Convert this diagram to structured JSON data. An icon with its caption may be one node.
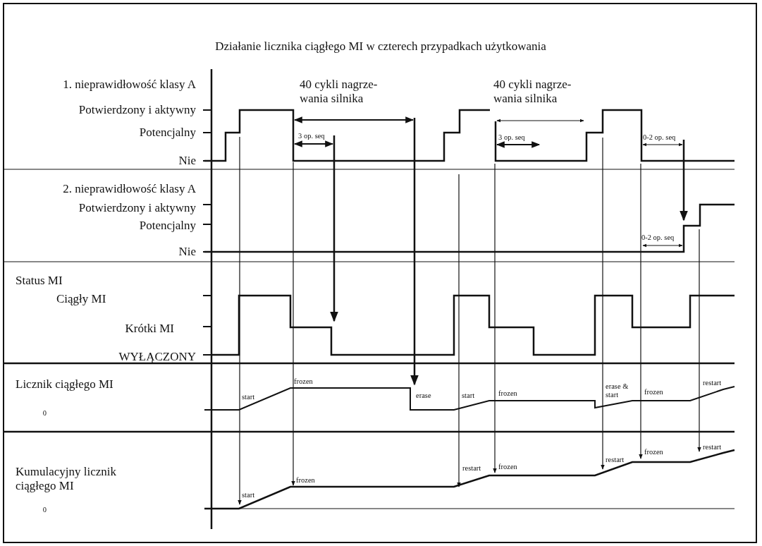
{
  "diagram": {
    "title": "Działanie licznika ciągłego MI w czterech przypadkach użytkowania",
    "labels": [
      "1. nieprawidłowość klasy A",
      "40 cykli nagrze- wania silnika",
      "40 cykli nagrze- wania silnika",
      "Potwierdzony i aktywny",
      "Potencjalny",
      "3 op. seq",
      "3 op. seq",
      "0-2 op. seq",
      "Nie",
      "2. nieprawidłowość klasy A",
      "Potwierdzony i aktywny",
      "Potencjalny",
      "0-2 op. seq",
      "Nie",
      "Status MI",
      "Ciągły MI",
      "Krótki MI",
      "WYŁĄCZONY",
      "Licznik ciągłego MI",
      "frozen",
      "start",
      "erase",
      "start",
      "frozen",
      "erase & start",
      "frozen",
      "restart",
      "0",
      "Kumulacyjny licznik ciągłego MI",
      "restart",
      "frozen",
      "restart",
      "frozen",
      "restart",
      "frozen",
      "start",
      "0"
    ]
  }
}
